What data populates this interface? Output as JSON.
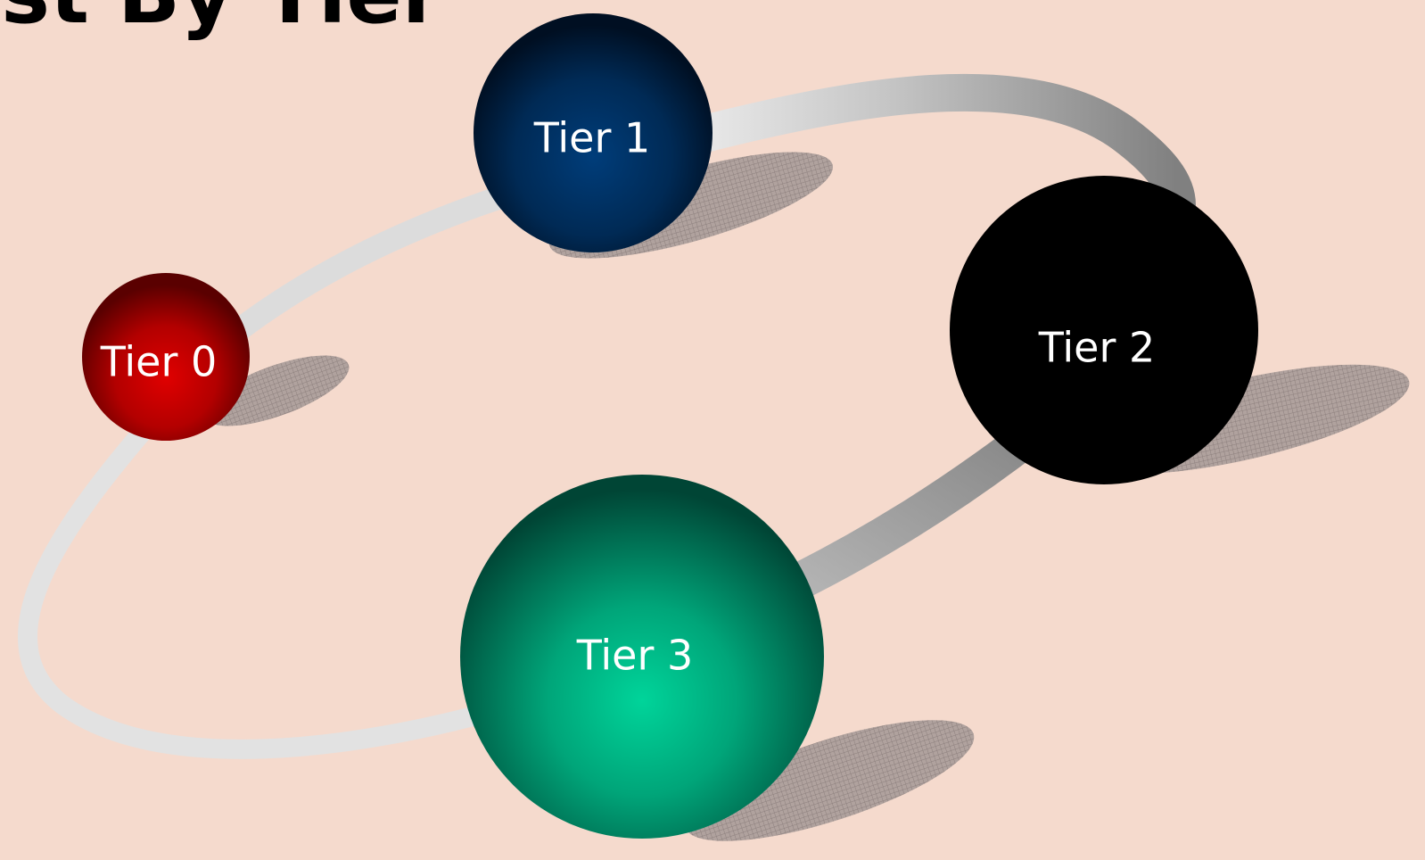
{
  "title": "ost By Tier",
  "tiers": [
    {
      "label": "Tier 0",
      "color": "#cc0000"
    },
    {
      "label": "Tier 1",
      "color": "#003366"
    },
    {
      "label": "Tier 2",
      "color": "#000000"
    },
    {
      "label": "Tier 3",
      "color": "#00cc99"
    }
  ],
  "colors": {
    "background": "#f5dacd",
    "ring_light": "#e6e6e6",
    "ring_dark": "#858585",
    "shadow": "#8c7f7d"
  }
}
